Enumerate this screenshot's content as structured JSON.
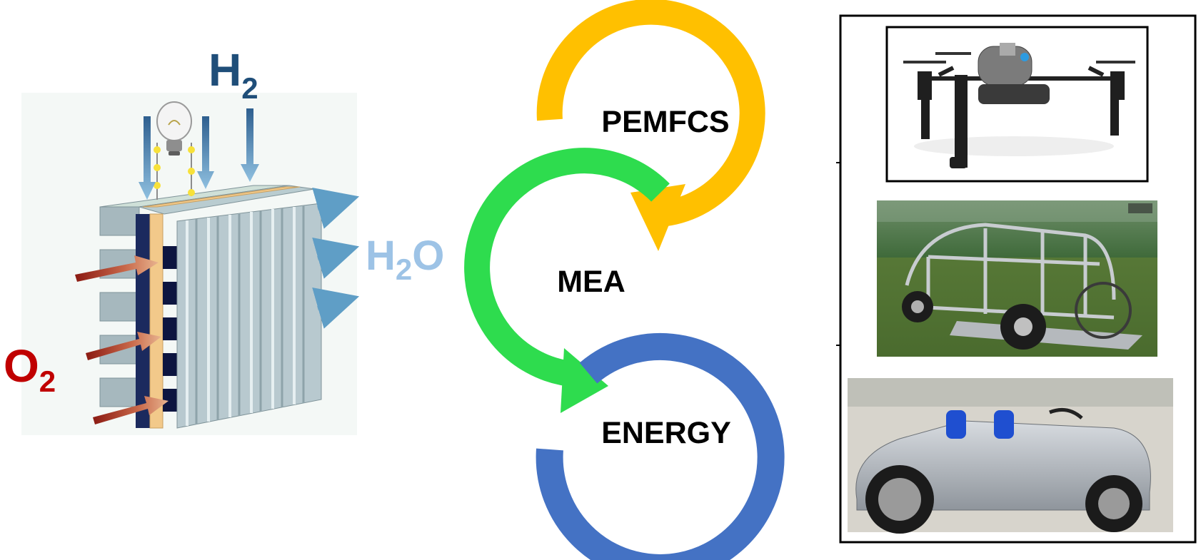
{
  "fuel_cell": {
    "h2": {
      "main": "H",
      "sub": "2"
    },
    "o2": {
      "main": "O",
      "sub": "2"
    },
    "h2o": {
      "pre": "H",
      "sub": "2",
      "post": "O"
    }
  },
  "cycle": {
    "labels": [
      "PEMFCS",
      "MEA",
      "ENERGY"
    ]
  },
  "applications": {
    "photos": [
      "fuel cell drone",
      "fuel cell tubular vehicle frame",
      "fuel cell sports car"
    ]
  },
  "colors": {
    "h2": "#1f4e79",
    "o2": "#c00000",
    "h2o": "#9dc3e6",
    "ring_orange": "#ffc000",
    "ring_green": "#2edc4e",
    "ring_blue": "#4472c4",
    "plate": "#b8c9cf",
    "membrane": "#f2c98a",
    "channel": "#0d1540"
  }
}
